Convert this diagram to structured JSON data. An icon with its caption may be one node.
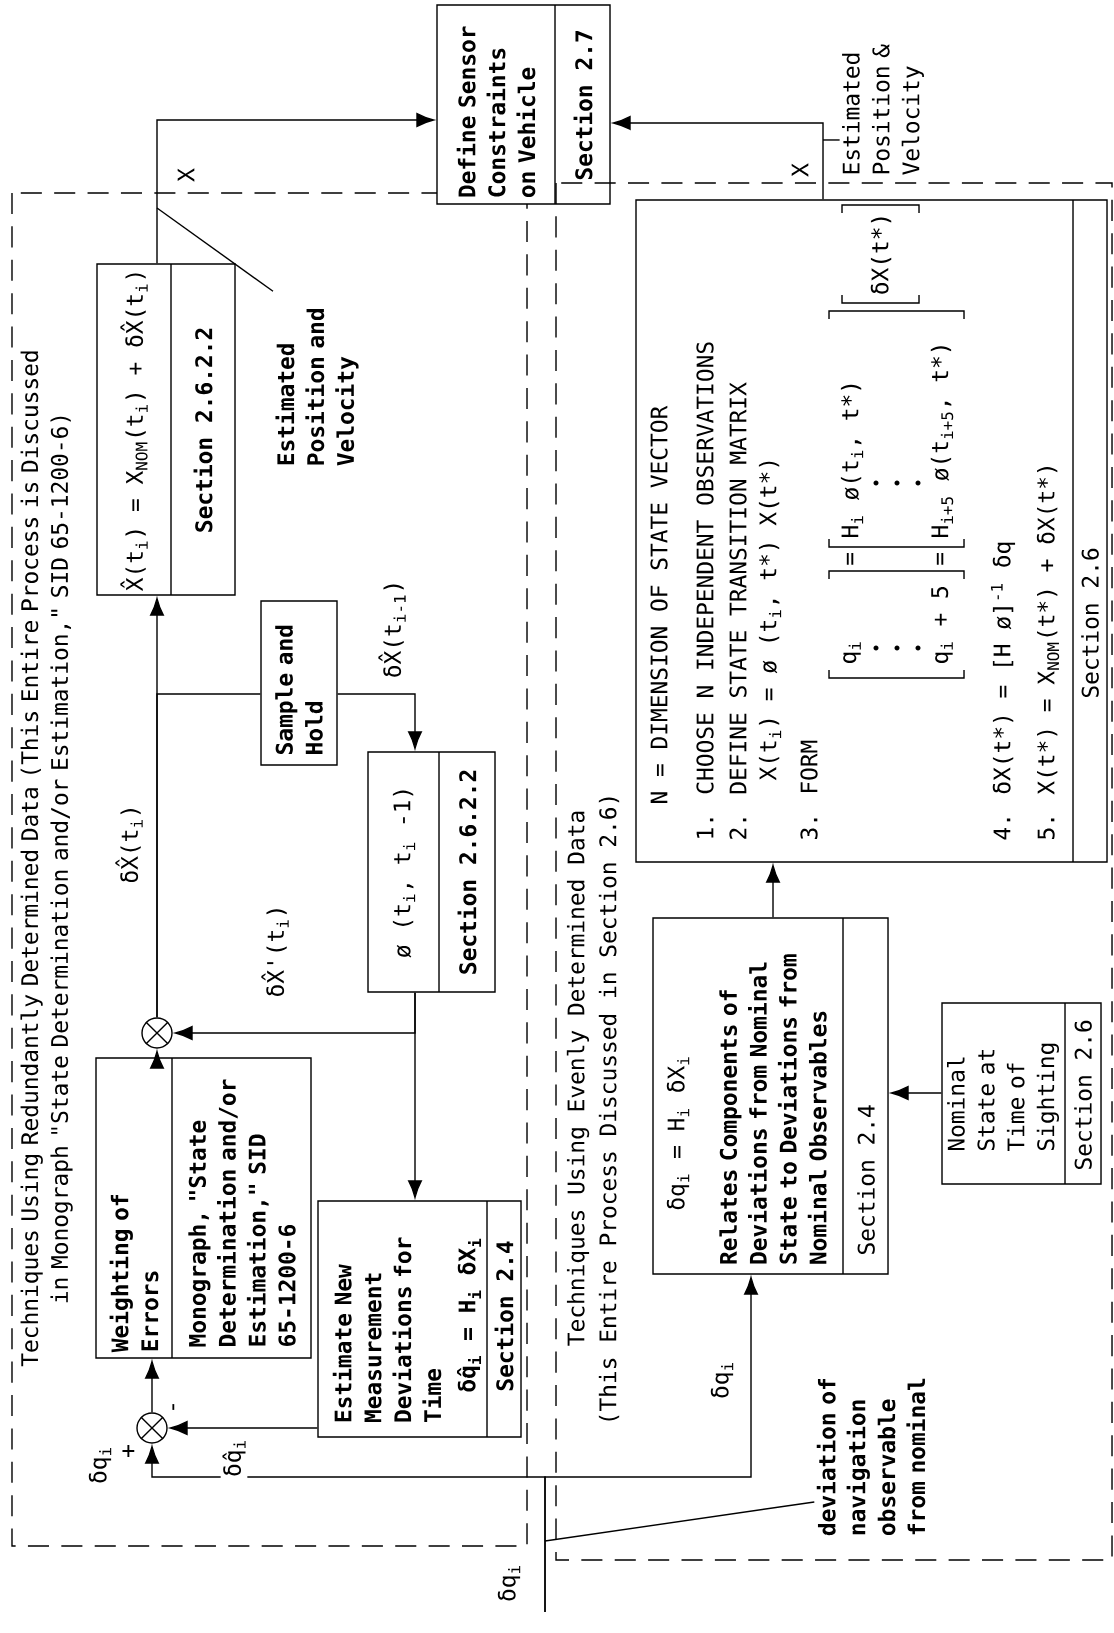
{
  "diagram": {
    "nodes": [
      {
        "text": [
          "Techniques Using Redundantly Determined Data (This Entire Process is Discussed in Monograph \"State Determination and/or Estimation,\" SID 65-1200-6)"
        ]
      },
      {
        "text": [
          "X̂(t$_{i}$) = X$_{NOM}$(t$_{i}$) + δX̂(t$_{i}$)",
          "Section 2.6.2.2"
        ],
        "in": 0
      },
      {
        "text": [
          "Sample and Hold"
        ],
        "in": 0
      },
      {
        "text": [
          "ø (t$_{i}$, t$_{i}$ -1)",
          "Section 2.6.2.2"
        ],
        "in": 0
      },
      {
        "text": [],
        "shape": "circle",
        "in": 0
      },
      {
        "text": [
          "Weighting of Errors",
          "Monograph, \"State Determination and/or Estimation,\" SID 65-1200-6"
        ],
        "in": 0
      },
      {
        "text": [
          "Estimate New Measurement Deviations for Time",
          "δq̂$_{i}$ = H$_{i}$ δX$_{i}$",
          "Section 2.4"
        ],
        "in": 0
      },
      {
        "text": [],
        "shape": "circle",
        "in": 0
      },
      {
        "text": [
          "Estimated Position and Velocity"
        ],
        "in": 0
      },
      {
        "text": [
          "Define Sensor Constraints on Vehicle",
          "Section 2.7"
        ]
      },
      {
        "text": [
          "Techniques Using Evenly Determined Data",
          "(This Entire Process Discussed in Section 2.6)"
        ]
      },
      {
        "text": [
          "N = DIMENSION OF STATE VECTOR",
          "1. CHOOSE N INDEPENDENT OBSERVATIONS",
          "2. DEFINE STATE TRANSITION MATRIX",
          "X(t$_{i}$) = ø (t$_{i}$, t*) X(t*)",
          "3. FORM",
          "q$_{i}$",
          "q$_{i}$ + 5",
          "=",
          "H$_{i}$ ø(t$_{i}$, t*)",
          "=",
          "H$_{i+5}$ ø(t$_{i+5}$, t*)",
          "δX(t*)",
          "4. δX(t*) = [H ø]$^{-1}$ δq",
          "5. X(t*) = X$_{NOM}$(t*) + δX(t*)",
          "Section 2.6"
        ],
        "in": 10
      },
      {
        "text": [
          "δq$_{i}$ = H$_{i}$ δX$_{i}$",
          "Relates Components of Deviations from Nominal State to Deviations from Nominal Observables",
          "Section 2.4"
        ],
        "in": 10
      },
      {
        "text": [
          "Nominal State at Time of Sighting",
          "Section 2.6"
        ],
        "in": 10
      },
      {
        "text": [
          "Estimated Position & Velocity"
        ]
      },
      {
        "text": [
          "deviation of navigation observable from nominal"
        ],
        "in": 10
      }
    ],
    "edges": [
      {
        "from": null,
        "to": 7,
        "arrow": "to",
        "label": "δq$_{i}$"
      },
      {
        "from": null,
        "to": 12,
        "arrow": "to",
        "label": "δq$_{i}$"
      },
      {
        "from": 6,
        "to": 7,
        "arrow": "to",
        "label": "δq̂$_{i}$"
      },
      {
        "from": 7,
        "to": 5,
        "arrow": "to"
      },
      {
        "from": 5,
        "to": 4,
        "arrow": "to"
      },
      {
        "from": 3,
        "to": 4,
        "arrow": "to",
        "label": "δX̂'(t$_{i}$)"
      },
      {
        "from": 3,
        "to": 6,
        "arrow": "to"
      },
      {
        "from": 4,
        "to": 1,
        "arrow": "to",
        "label": "δX̂(t$_{i}$)"
      },
      {
        "from": 4,
        "to": 2,
        "arrow": "none"
      },
      {
        "from": 2,
        "to": 3,
        "arrow": "to",
        "label": "δX̂(t$_{i-1}$)"
      },
      {
        "from": 1,
        "to": 9,
        "arrow": "to",
        "label": "X"
      },
      {
        "from": 11,
        "to": 9,
        "arrow": "to",
        "label": "X"
      },
      {
        "from": 12,
        "to": 11,
        "arrow": "to"
      },
      {
        "from": 13,
        "to": 12,
        "arrow": "to"
      },
      {
        "from": 8,
        "to": null,
        "arrow": "none"
      },
      {
        "from": 14,
        "to": null,
        "arrow": "none"
      },
      {
        "from": 15,
        "to": null,
        "arrow": "none"
      }
    ],
    "labels": [
      "δq$_{i}$",
      "+",
      "-"
    ]
  }
}
